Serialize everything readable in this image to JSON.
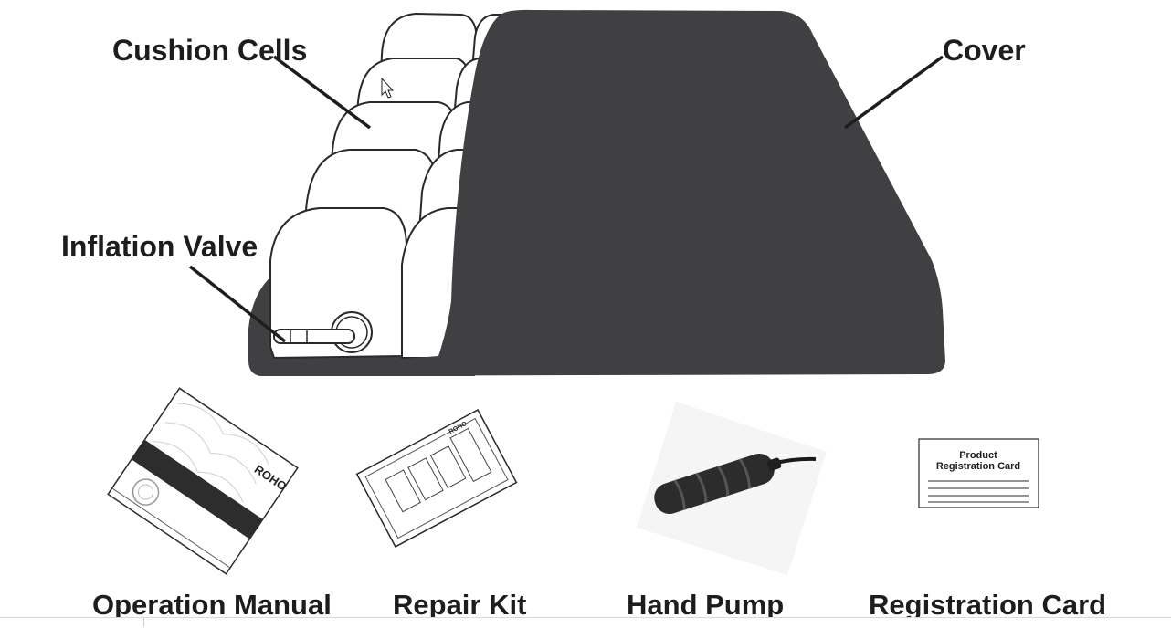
{
  "callouts": {
    "cushion_cells": "Cushion Cells",
    "cover": "Cover",
    "inflation_valve": "Inflation Valve"
  },
  "items": [
    {
      "label": "Operation Manual",
      "icon": "operation-manual-icon"
    },
    {
      "label": "Repair Kit",
      "icon": "repair-kit-icon"
    },
    {
      "label": "Hand Pump",
      "icon": "hand-pump-icon"
    },
    {
      "label": "Registration Card",
      "icon": "registration-card-icon"
    }
  ],
  "registration_card": {
    "line1": "Product",
    "line2": "Registration Card"
  },
  "manual_brand": "ROHO",
  "repair_kit_brand": "ROHO",
  "colors": {
    "cover": "#404042",
    "text": "#1d1d1d",
    "outline": "#2a2a2a"
  }
}
